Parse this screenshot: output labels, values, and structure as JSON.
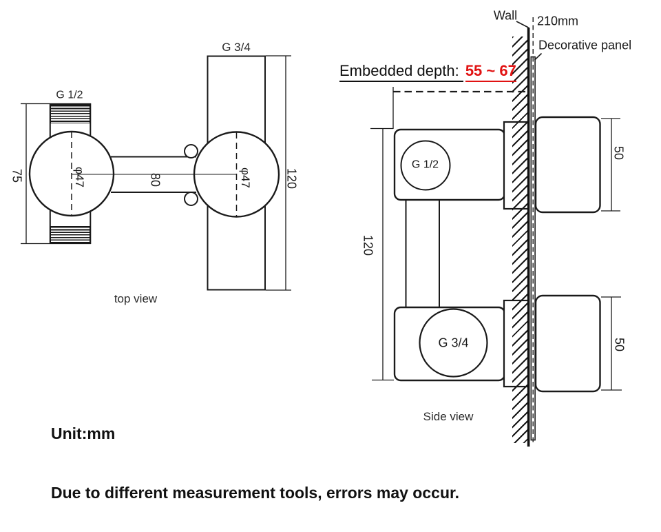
{
  "top_view": {
    "label": "top view",
    "inlet_thread_label": "G 1/2",
    "outlet_pipe_label": "G 3/4",
    "body_width": "75",
    "pipe_length": "120",
    "port_spacing": "80",
    "valve_diameter_left": "φ47",
    "valve_diameter_right": "φ47"
  },
  "side_view": {
    "label": "Side view",
    "wall_label": "Wall",
    "panel_length": "210mm",
    "panel_label": "Decorative panel",
    "embedded_depth": {
      "prefix": "Embedded depth: ",
      "range": "55 ~ 67"
    },
    "upper_port_label": "G 1/2",
    "lower_port_label": "G 3/4",
    "body_height": "120",
    "upper_knob_dim": "50",
    "lower_knob_dim": "50"
  },
  "notes": {
    "unit": "Unit:mm",
    "disclaimer": "Due to different measurement tools, errors may occur."
  },
  "colors": {
    "accent_red": "#e11212",
    "line_color": "#1a1a1a",
    "background": "#ffffff"
  }
}
